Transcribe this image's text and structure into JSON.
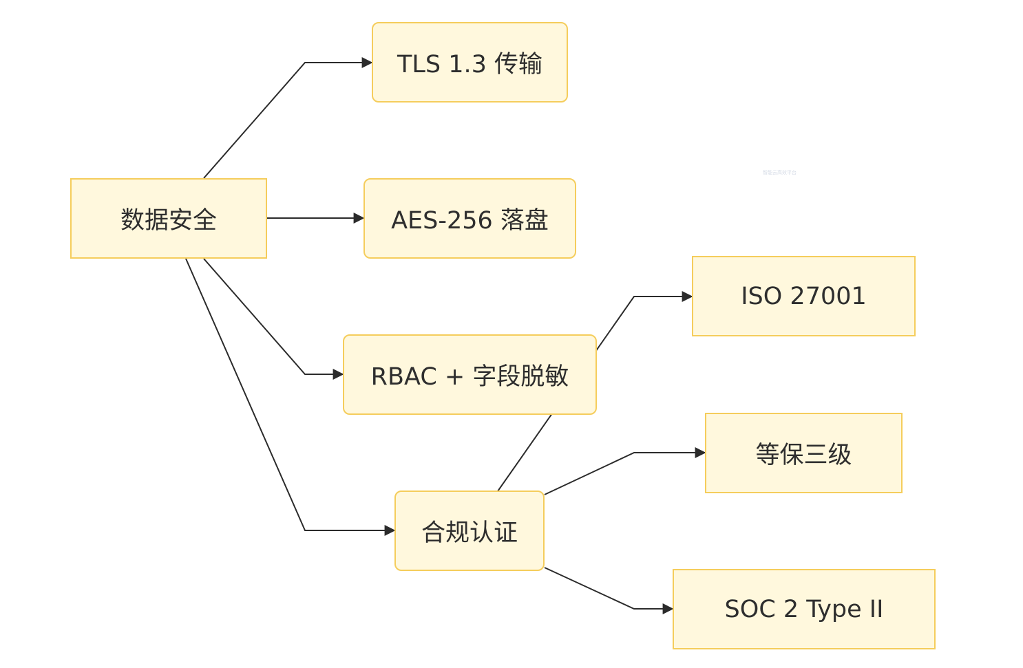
{
  "diagram": {
    "nodes": {
      "data_security": "数据安全",
      "tls": "TLS 1.3 传输",
      "aes": "AES-256 落盘",
      "rbac": "RBAC + 字段脱敏",
      "compliance": "合规认证",
      "iso": "ISO 27001",
      "djbh": "等保三级",
      "soc2": "SOC 2 Type II"
    },
    "edges": [
      {
        "from": "data_security",
        "to": "tls"
      },
      {
        "from": "data_security",
        "to": "aes"
      },
      {
        "from": "data_security",
        "to": "rbac"
      },
      {
        "from": "data_security",
        "to": "compliance"
      },
      {
        "from": "compliance",
        "to": "iso"
      },
      {
        "from": "compliance",
        "to": "djbh"
      },
      {
        "from": "compliance",
        "to": "soc2"
      }
    ],
    "colors": {
      "node_fill": "#fff8dd",
      "node_border": "#f5cd5c",
      "edge": "#2b2b2b",
      "text": "#2e2e2e"
    },
    "watermark": "智能云高效平台"
  }
}
